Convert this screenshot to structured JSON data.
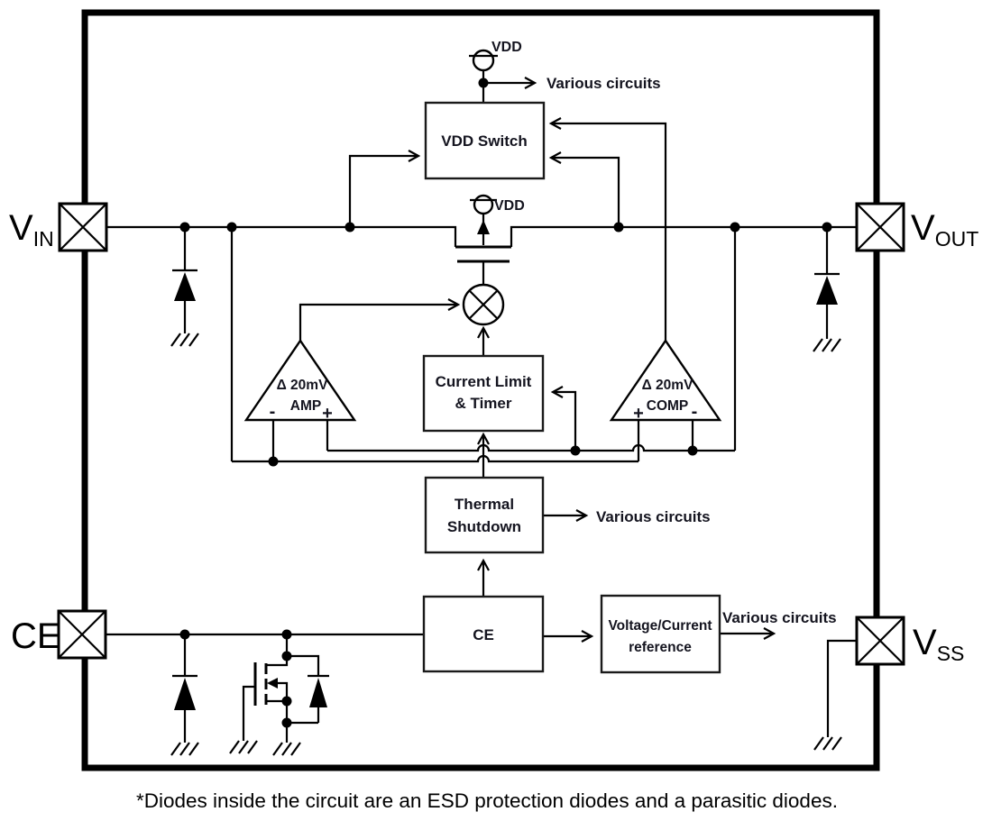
{
  "pins": {
    "vin_base": "V",
    "vin_sub": "IN",
    "vout_base": "V",
    "vout_sub": "OUT",
    "ce": "CE",
    "vss_base": "V",
    "vss_sub": "SS"
  },
  "supply": {
    "vdd_top": "VDD",
    "vdd_gate": "VDD"
  },
  "arrows": {
    "various_top": "Various circuits",
    "various_thermal": "Various circuits",
    "various_ref": "Various circuits"
  },
  "blocks": {
    "vdd_switch": "VDD Switch",
    "current_limit_1": "Current Limit",
    "current_limit_2": "& Timer",
    "thermal_1": "Thermal",
    "thermal_2": "Shutdown",
    "ce": "CE",
    "reference_1": "Voltage/Current",
    "reference_2": "reference"
  },
  "amp": {
    "line1": "Δ 20mV",
    "line2": "AMP",
    "neg": "-",
    "pos": "+"
  },
  "comp": {
    "line1": "Δ 20mV",
    "line2": "COMP",
    "pos": "+",
    "neg": "-"
  },
  "footnote": "*Diodes inside the circuit are an ESD protection diodes and a parasitic diodes.",
  "colors": {
    "line": "#000000",
    "text": "#14141f",
    "background": "#ffffff"
  }
}
